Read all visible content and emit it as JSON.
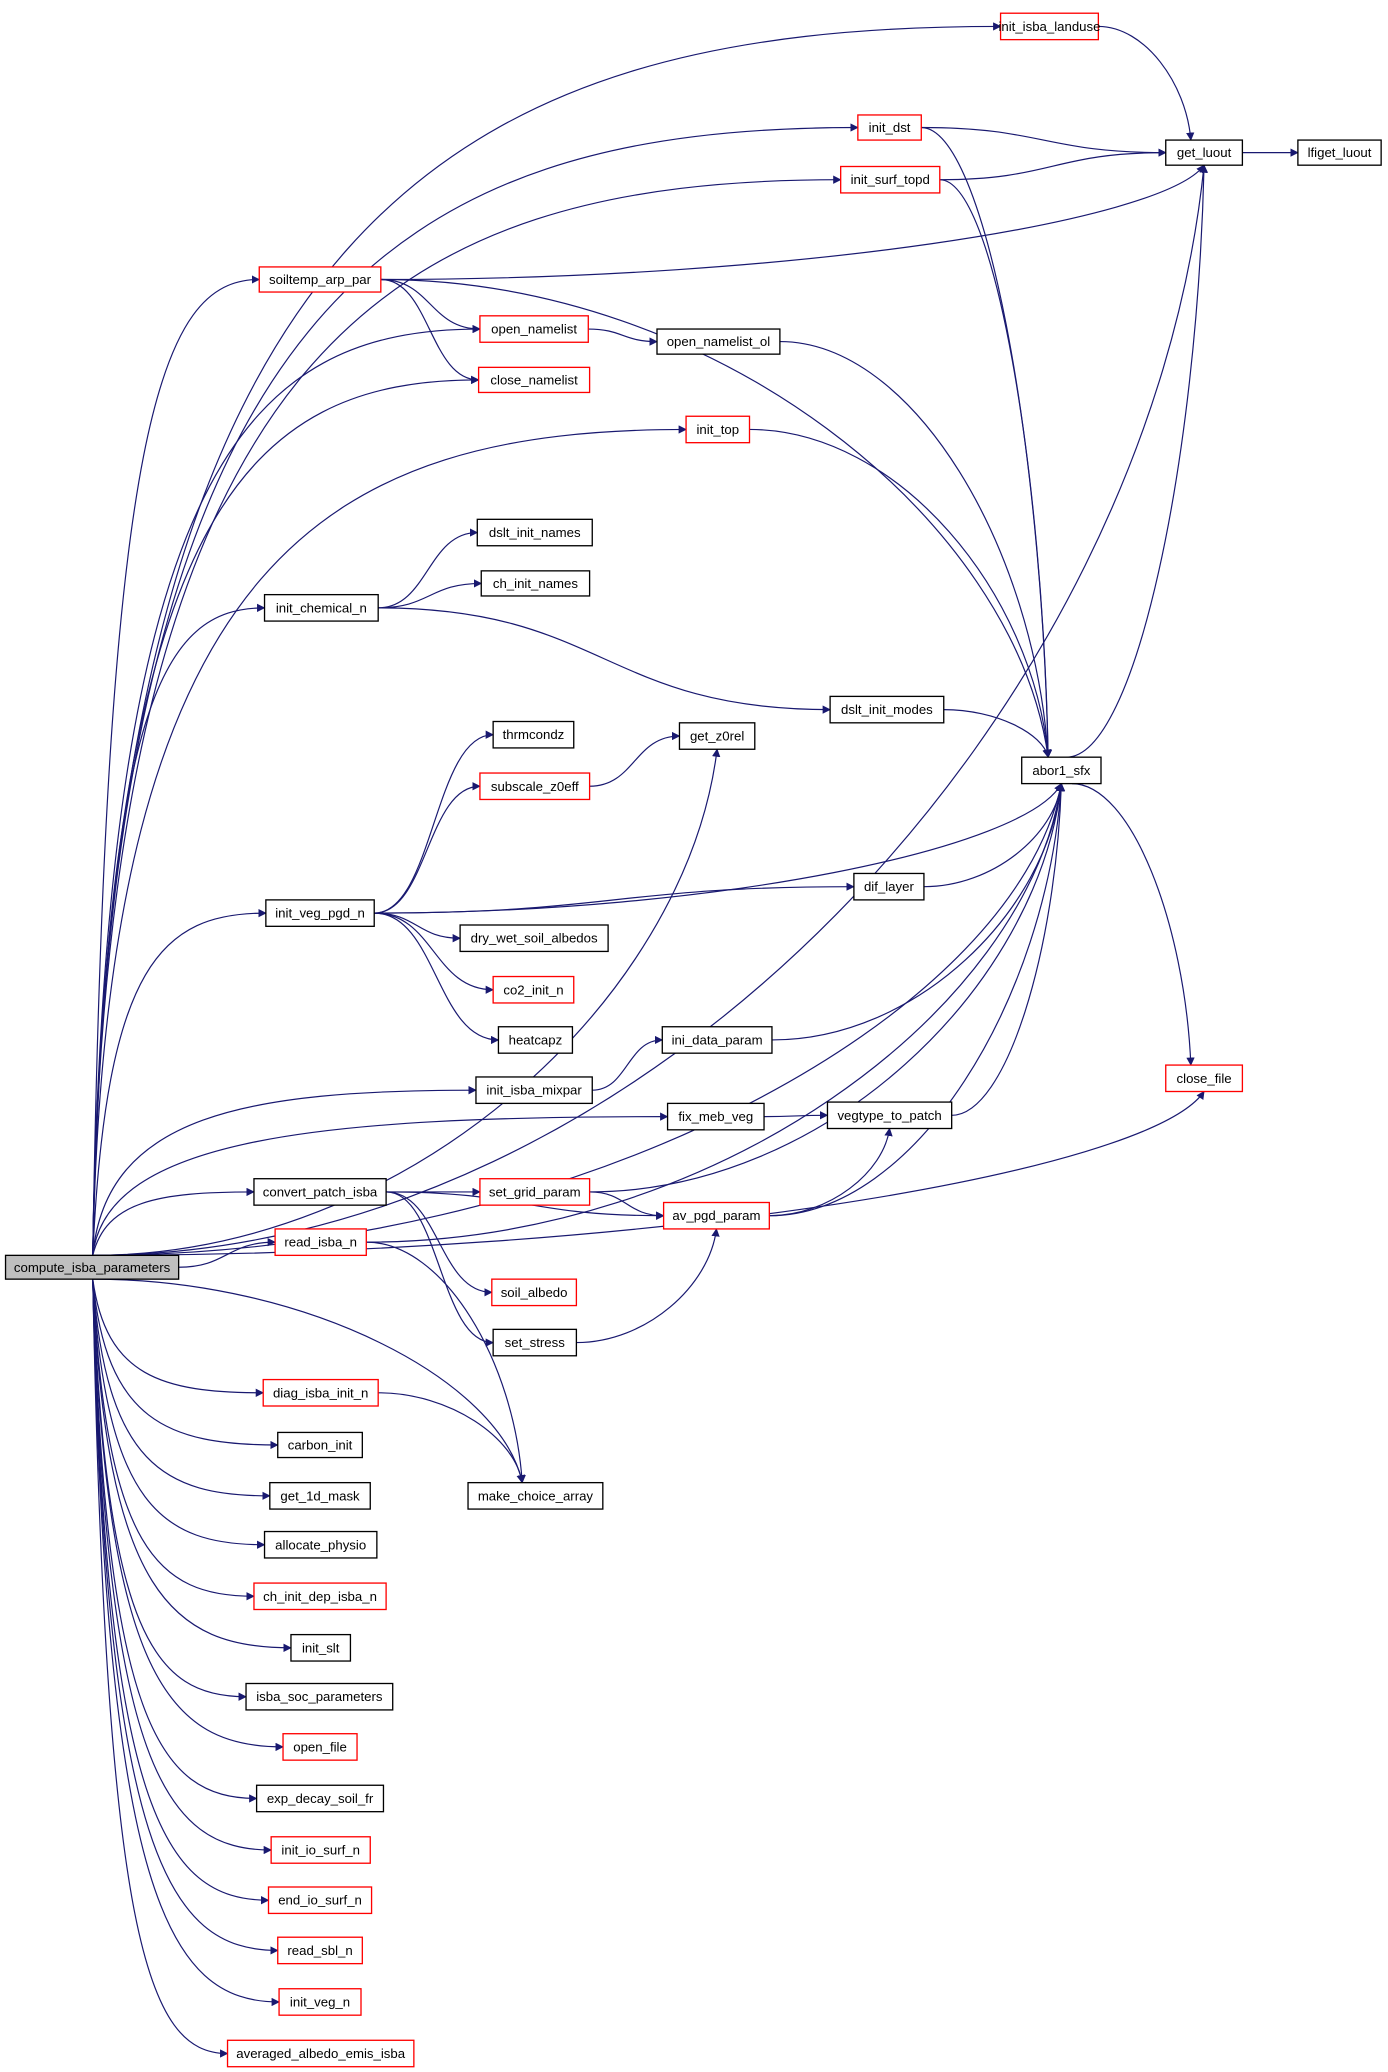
{
  "graph": {
    "root": "compute_isba_parameters",
    "colors": {
      "edge": "#191970",
      "normal_border": "#000000",
      "truncated_border": "#ff0000",
      "root_fill": "#bfbfbf"
    },
    "nodes": [
      {
        "id": "compute_isba_parameters",
        "label": "compute_isba_parameters",
        "truncated": false,
        "root": true
      },
      {
        "id": "init_isba_landuse",
        "label": "init_isba_landuse",
        "truncated": true
      },
      {
        "id": "get_luout",
        "label": "get_luout",
        "truncated": false
      },
      {
        "id": "lfiget_luout",
        "label": "lfiget_luout",
        "truncated": false
      },
      {
        "id": "init_dst",
        "label": "init_dst",
        "truncated": true
      },
      {
        "id": "init_surf_topd",
        "label": "init_surf_topd",
        "truncated": true
      },
      {
        "id": "soiltemp_arp_par",
        "label": "soiltemp_arp_par",
        "truncated": true
      },
      {
        "id": "open_namelist",
        "label": "open_namelist",
        "truncated": true
      },
      {
        "id": "open_namelist_ol",
        "label": "open_namelist_ol",
        "truncated": false
      },
      {
        "id": "close_namelist",
        "label": "close_namelist",
        "truncated": true
      },
      {
        "id": "init_top",
        "label": "init_top",
        "truncated": true
      },
      {
        "id": "dslt_init_names",
        "label": "dslt_init_names",
        "truncated": false
      },
      {
        "id": "ch_init_names",
        "label": "ch_init_names",
        "truncated": false
      },
      {
        "id": "init_chemical_n",
        "label": "init_chemical_n",
        "truncated": false
      },
      {
        "id": "dslt_init_modes",
        "label": "dslt_init_modes",
        "truncated": false
      },
      {
        "id": "get_z0rel",
        "label": "get_z0rel",
        "truncated": false
      },
      {
        "id": "thrmcondz",
        "label": "thrmcondz",
        "truncated": false
      },
      {
        "id": "abor1_sfx",
        "label": "abor1_sfx",
        "truncated": false
      },
      {
        "id": "subscale_z0eff",
        "label": "subscale_z0eff",
        "truncated": true
      },
      {
        "id": "dif_layer",
        "label": "dif_layer",
        "truncated": false
      },
      {
        "id": "init_veg_pgd_n",
        "label": "init_veg_pgd_n",
        "truncated": false
      },
      {
        "id": "dry_wet_soil_albedos",
        "label": "dry_wet_soil_albedos",
        "truncated": false
      },
      {
        "id": "co2_init_n",
        "label": "co2_init_n",
        "truncated": true
      },
      {
        "id": "heatcapz",
        "label": "heatcapz",
        "truncated": false
      },
      {
        "id": "ini_data_param",
        "label": "ini_data_param",
        "truncated": false
      },
      {
        "id": "close_file",
        "label": "close_file",
        "truncated": true
      },
      {
        "id": "init_isba_mixpar",
        "label": "init_isba_mixpar",
        "truncated": false
      },
      {
        "id": "fix_meb_veg",
        "label": "fix_meb_veg",
        "truncated": false
      },
      {
        "id": "vegtype_to_patch",
        "label": "vegtype_to_patch",
        "truncated": false
      },
      {
        "id": "convert_patch_isba",
        "label": "convert_patch_isba",
        "truncated": false
      },
      {
        "id": "set_grid_param",
        "label": "set_grid_param",
        "truncated": true
      },
      {
        "id": "av_pgd_param",
        "label": "av_pgd_param",
        "truncated": true
      },
      {
        "id": "read_isba_n",
        "label": "read_isba_n",
        "truncated": true
      },
      {
        "id": "soil_albedo",
        "label": "soil_albedo",
        "truncated": true
      },
      {
        "id": "set_stress",
        "label": "set_stress",
        "truncated": false
      },
      {
        "id": "diag_isba_init_n",
        "label": "diag_isba_init_n",
        "truncated": true
      },
      {
        "id": "carbon_init",
        "label": "carbon_init",
        "truncated": false
      },
      {
        "id": "make_choice_array",
        "label": "make_choice_array",
        "truncated": false
      },
      {
        "id": "get_1d_mask",
        "label": "get_1d_mask",
        "truncated": false
      },
      {
        "id": "allocate_physio",
        "label": "allocate_physio",
        "truncated": false
      },
      {
        "id": "ch_init_dep_isba_n",
        "label": "ch_init_dep_isba_n",
        "truncated": true
      },
      {
        "id": "init_slt",
        "label": "init_slt",
        "truncated": false
      },
      {
        "id": "isba_soc_parameters",
        "label": "isba_soc_parameters",
        "truncated": false
      },
      {
        "id": "open_file",
        "label": "open_file",
        "truncated": true
      },
      {
        "id": "exp_decay_soil_fr",
        "label": "exp_decay_soil_fr",
        "truncated": false
      },
      {
        "id": "init_io_surf_n",
        "label": "init_io_surf_n",
        "truncated": true
      },
      {
        "id": "end_io_surf_n",
        "label": "end_io_surf_n",
        "truncated": true
      },
      {
        "id": "read_sbl_n",
        "label": "read_sbl_n",
        "truncated": true
      },
      {
        "id": "init_veg_n",
        "label": "init_veg_n",
        "truncated": true
      },
      {
        "id": "averaged_albedo_emis_isba",
        "label": "averaged_albedo_emis_isba",
        "truncated": true
      }
    ],
    "edges": [
      [
        "compute_isba_parameters",
        "init_isba_landuse"
      ],
      [
        "compute_isba_parameters",
        "get_luout"
      ],
      [
        "compute_isba_parameters",
        "init_dst"
      ],
      [
        "compute_isba_parameters",
        "init_surf_topd"
      ],
      [
        "compute_isba_parameters",
        "soiltemp_arp_par"
      ],
      [
        "compute_isba_parameters",
        "open_namelist"
      ],
      [
        "compute_isba_parameters",
        "close_namelist"
      ],
      [
        "compute_isba_parameters",
        "init_top"
      ],
      [
        "compute_isba_parameters",
        "abor1_sfx"
      ],
      [
        "compute_isba_parameters",
        "init_chemical_n"
      ],
      [
        "compute_isba_parameters",
        "get_z0rel"
      ],
      [
        "compute_isba_parameters",
        "init_veg_pgd_n"
      ],
      [
        "compute_isba_parameters",
        "init_isba_mixpar"
      ],
      [
        "compute_isba_parameters",
        "fix_meb_veg"
      ],
      [
        "compute_isba_parameters",
        "convert_patch_isba"
      ],
      [
        "compute_isba_parameters",
        "read_isba_n"
      ],
      [
        "compute_isba_parameters",
        "close_file"
      ],
      [
        "compute_isba_parameters",
        "make_choice_array"
      ],
      [
        "compute_isba_parameters",
        "diag_isba_init_n"
      ],
      [
        "compute_isba_parameters",
        "carbon_init"
      ],
      [
        "compute_isba_parameters",
        "get_1d_mask"
      ],
      [
        "compute_isba_parameters",
        "allocate_physio"
      ],
      [
        "compute_isba_parameters",
        "ch_init_dep_isba_n"
      ],
      [
        "compute_isba_parameters",
        "init_slt"
      ],
      [
        "compute_isba_parameters",
        "isba_soc_parameters"
      ],
      [
        "compute_isba_parameters",
        "open_file"
      ],
      [
        "compute_isba_parameters",
        "exp_decay_soil_fr"
      ],
      [
        "compute_isba_parameters",
        "init_io_surf_n"
      ],
      [
        "compute_isba_parameters",
        "end_io_surf_n"
      ],
      [
        "compute_isba_parameters",
        "read_sbl_n"
      ],
      [
        "compute_isba_parameters",
        "init_veg_n"
      ],
      [
        "compute_isba_parameters",
        "averaged_albedo_emis_isba"
      ],
      [
        "init_isba_landuse",
        "get_luout"
      ],
      [
        "init_dst",
        "get_luout"
      ],
      [
        "init_dst",
        "abor1_sfx"
      ],
      [
        "init_surf_topd",
        "get_luout"
      ],
      [
        "init_surf_topd",
        "abor1_sfx"
      ],
      [
        "soiltemp_arp_par",
        "get_luout"
      ],
      [
        "soiltemp_arp_par",
        "abor1_sfx"
      ],
      [
        "soiltemp_arp_par",
        "open_namelist"
      ],
      [
        "soiltemp_arp_par",
        "close_namelist"
      ],
      [
        "open_namelist",
        "open_namelist_ol"
      ],
      [
        "open_namelist_ol",
        "abor1_sfx"
      ],
      [
        "init_top",
        "abor1_sfx"
      ],
      [
        "get_luout",
        "lfiget_luout"
      ],
      [
        "init_chemical_n",
        "dslt_init_names"
      ],
      [
        "init_chemical_n",
        "ch_init_names"
      ],
      [
        "init_chemical_n",
        "dslt_init_modes"
      ],
      [
        "dslt_init_modes",
        "abor1_sfx"
      ],
      [
        "init_veg_pgd_n",
        "thrmcondz"
      ],
      [
        "init_veg_pgd_n",
        "subscale_z0eff"
      ],
      [
        "init_veg_pgd_n",
        "abor1_sfx"
      ],
      [
        "init_veg_pgd_n",
        "dif_layer"
      ],
      [
        "init_veg_pgd_n",
        "dry_wet_soil_albedos"
      ],
      [
        "init_veg_pgd_n",
        "co2_init_n"
      ],
      [
        "init_veg_pgd_n",
        "heatcapz"
      ],
      [
        "subscale_z0eff",
        "get_z0rel"
      ],
      [
        "dif_layer",
        "abor1_sfx"
      ],
      [
        "ini_data_param",
        "abor1_sfx"
      ],
      [
        "init_isba_mixpar",
        "ini_data_param"
      ],
      [
        "fix_meb_veg",
        "vegtype_to_patch"
      ],
      [
        "vegtype_to_patch",
        "abor1_sfx"
      ],
      [
        "convert_patch_isba",
        "set_grid_param"
      ],
      [
        "convert_patch_isba",
        "av_pgd_param"
      ],
      [
        "convert_patch_isba",
        "soil_albedo"
      ],
      [
        "convert_patch_isba",
        "set_stress"
      ],
      [
        "set_grid_param",
        "av_pgd_param"
      ],
      [
        "set_grid_param",
        "abor1_sfx"
      ],
      [
        "av_pgd_param",
        "vegtype_to_patch"
      ],
      [
        "av_pgd_param",
        "abor1_sfx"
      ],
      [
        "set_stress",
        "av_pgd_param"
      ],
      [
        "read_isba_n",
        "make_choice_array"
      ],
      [
        "read_isba_n",
        "abor1_sfx"
      ],
      [
        "diag_isba_init_n",
        "make_choice_array"
      ],
      [
        "abor1_sfx",
        "get_luout"
      ],
      [
        "abor1_sfx",
        "close_file"
      ]
    ]
  }
}
